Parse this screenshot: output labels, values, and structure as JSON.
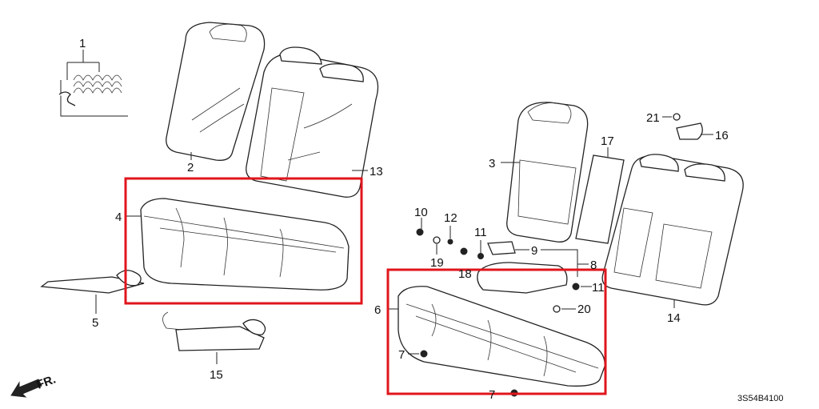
{
  "diagram": {
    "code": "3S54B4100",
    "front_indicator": "FR.",
    "highlight_color": "#e0161c",
    "labels": [
      "1",
      "2",
      "13",
      "4",
      "5",
      "15",
      "3",
      "17",
      "21",
      "16",
      "10",
      "12",
      "11",
      "19",
      "18",
      "9",
      "8",
      "6",
      "11",
      "20",
      "7",
      "7",
      "14"
    ]
  }
}
